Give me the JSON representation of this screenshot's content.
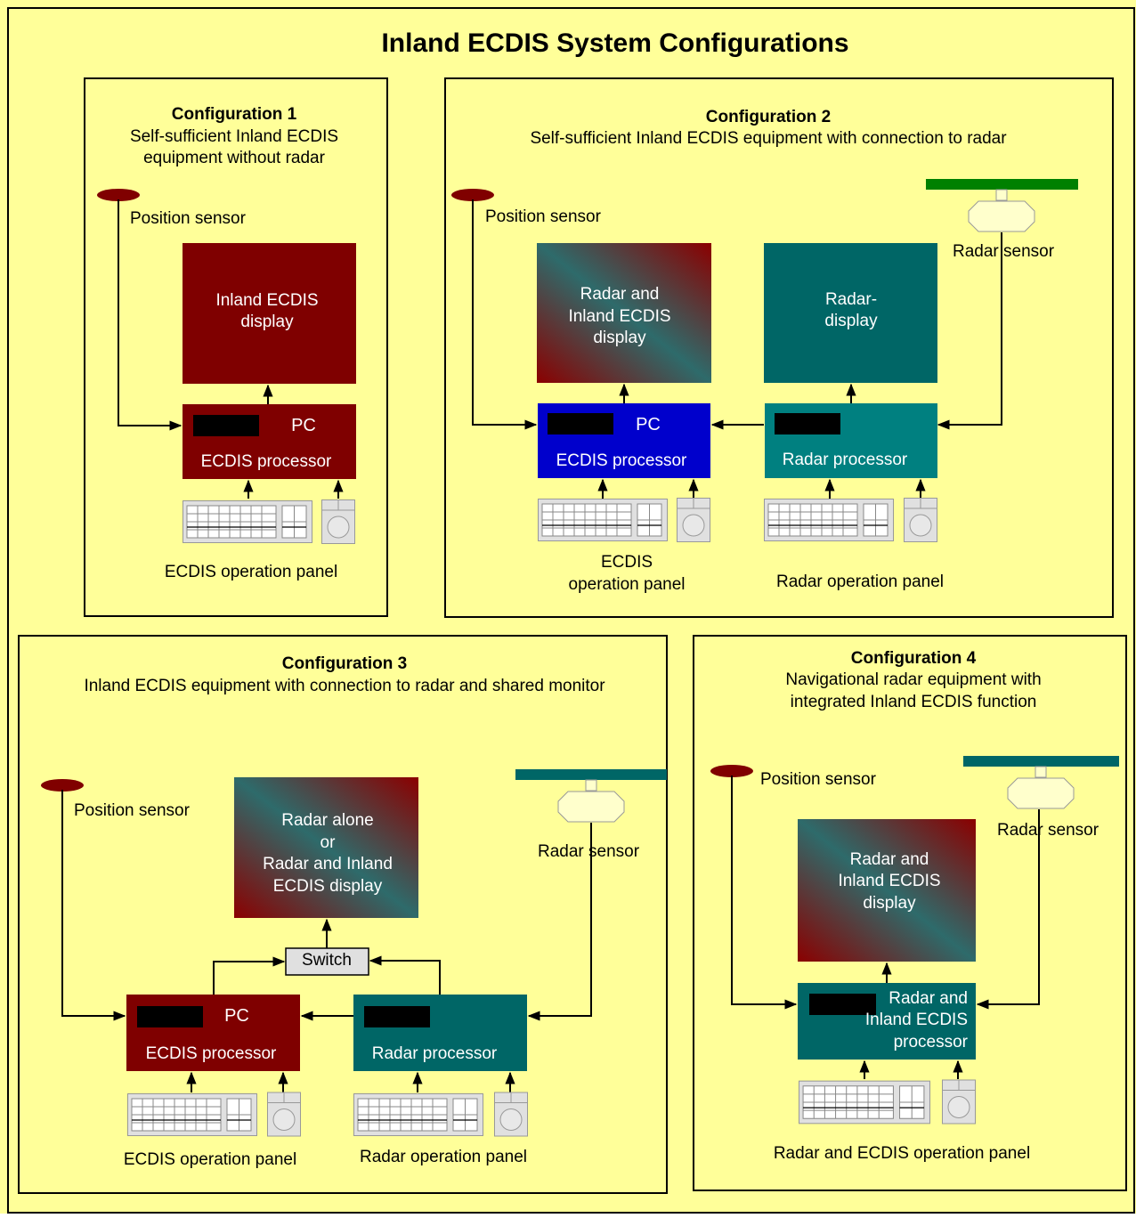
{
  "title": "Inland ECDIS System Configurations",
  "colors": {
    "background": "#FFFF99",
    "ecdis_red": "#7F0000",
    "radar_teal": "#006666",
    "radar_proc": "#008080",
    "pc_blue": "#0000CC",
    "antenna_green": "#008000"
  },
  "config1": {
    "title": "Configuration 1",
    "desc_line1": "Self-sufficient Inland ECDIS",
    "desc_line2": "equipment without radar",
    "position_sensor": "Position sensor",
    "display_line1": "Inland ECDIS",
    "display_line2": "display",
    "pc": "PC",
    "processor": "ECDIS processor",
    "panel": "ECDIS operation panel"
  },
  "config2": {
    "title": "Configuration 2",
    "desc": "Self-sufficient Inland ECDIS equipment with connection to radar",
    "position_sensor": "Position sensor",
    "radar_sensor": "Radar sensor",
    "display1_line1": "Radar and",
    "display1_line2": "Inland ECDIS",
    "display1_line3": "display",
    "display2_line1": "Radar-",
    "display2_line2": "display",
    "pc": "PC",
    "ecdis_processor": "ECDIS processor",
    "radar_processor": "Radar processor",
    "ecdis_panel_line1": "ECDIS",
    "ecdis_panel_line2": "operation panel",
    "radar_panel": "Radar operation panel"
  },
  "config3": {
    "title": "Configuration 3",
    "desc": "Inland ECDIS equipment with connection to radar and shared monitor",
    "position_sensor": "Position sensor",
    "radar_sensor": "Radar sensor",
    "display_line1": "Radar alone",
    "display_line2": "or",
    "display_line3": "Radar and Inland",
    "display_line4": "ECDIS display",
    "switch": "Switch",
    "pc": "PC",
    "ecdis_processor": "ECDIS processor",
    "radar_processor": "Radar processor",
    "ecdis_panel": "ECDIS operation panel",
    "radar_panel": "Radar operation panel"
  },
  "config4": {
    "title": "Configuration 4",
    "desc_line1": "Navigational radar equipment with",
    "desc_line2": "integrated Inland ECDIS function",
    "position_sensor": "Position sensor",
    "radar_sensor": "Radar sensor",
    "display_line1": "Radar and",
    "display_line2": "Inland ECDIS",
    "display_line3": "display",
    "processor_line1": "Radar and",
    "processor_line2": "Inland ECDIS",
    "processor_line3": "processor",
    "panel": "Radar and ECDIS operation panel"
  }
}
